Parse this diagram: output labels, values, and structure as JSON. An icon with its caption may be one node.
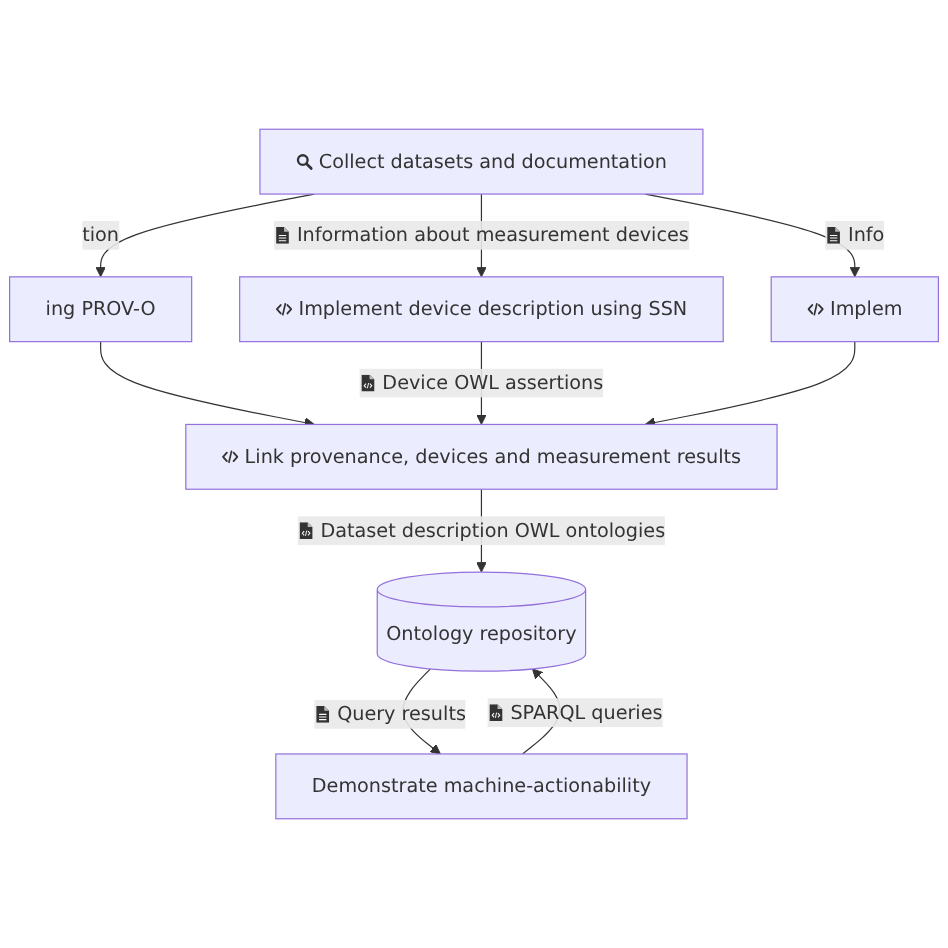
{
  "diagram": {
    "nodes": [
      {
        "text": [
          "Collect datasets and documentation"
        ]
      },
      {
        "text": [
          "ing PROV-O"
        ]
      },
      {
        "text": [
          "Implement device description using SSN"
        ]
      },
      {
        "text": [
          "Implem"
        ]
      },
      {
        "text": [
          "Link provenance, devices and measurement results"
        ]
      },
      {
        "text": [
          "Ontology repository"
        ]
      },
      {
        "text": [
          "Demonstrate machine-actionability"
        ]
      }
    ],
    "edges": [
      {
        "from": 0,
        "to": 1,
        "arrow": "to",
        "label": "tion"
      },
      {
        "from": 0,
        "to": 2,
        "arrow": "to",
        "label": "Information about measurement devices"
      },
      {
        "from": 0,
        "to": 3,
        "arrow": "to",
        "label": "Info"
      },
      {
        "from": 1,
        "to": 4,
        "arrow": "to"
      },
      {
        "from": 2,
        "to": 4,
        "arrow": "to",
        "label": "Device OWL assertions"
      },
      {
        "from": 3,
        "to": 4,
        "arrow": "to"
      },
      {
        "from": 4,
        "to": 5,
        "arrow": "to",
        "label": "Dataset description OWL ontologies"
      },
      {
        "from": 5,
        "to": 6,
        "arrow": "to",
        "label": "Query results"
      },
      {
        "from": 6,
        "to": 5,
        "arrow": "to",
        "label": "SPARQL queries"
      }
    ]
  }
}
